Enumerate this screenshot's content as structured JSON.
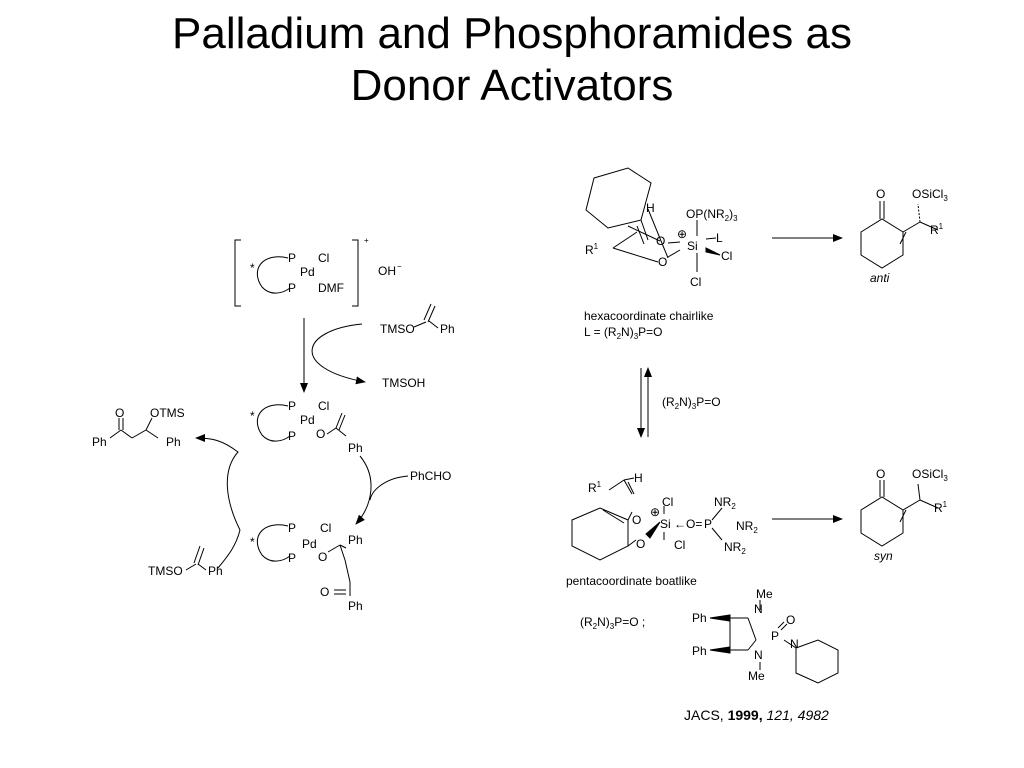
{
  "slide": {
    "title_line1": "Palladium and Phosphoramides as",
    "title_line2": "Donor Activators"
  },
  "reference": {
    "journal": "JACS, ",
    "year": "1999,",
    "volume_pages": " 121, 4982"
  },
  "left_scheme": {
    "catalyst": {
      "bracket_charge": "+",
      "counterion": "OH",
      "counterion_charge": "−",
      "star": "*",
      "P": "P",
      "Pd": "Pd",
      "Cl": "Cl",
      "DMF": "DMF"
    },
    "reagents": {
      "tmso": "TMSO",
      "ph": "Ph",
      "tmsoh": "TMSOH",
      "phcho": "PhCHO",
      "o": "O",
      "otms": "OTMS"
    }
  },
  "right_scheme": {
    "hexa": {
      "caption1": "hexacoordinate chairlike",
      "caption2": "L = (R",
      "caption2_sub": "2",
      "caption2_end": "N)",
      "caption2_sub2": "3",
      "caption2_tail": "P=O",
      "ligand": "OP(NR",
      "ligand_sub": "2",
      "ligand_end": ")",
      "ligand_sub2": "3",
      "L": "L",
      "Si": "Si",
      "Cl": "Cl",
      "H": "H",
      "O": "O",
      "R": "R",
      "R_sup": "1",
      "plus": "⊕"
    },
    "equilibrium_label": "(R",
    "eq_sub": "2",
    "eq_mid": "N)",
    "eq_sub2": "3",
    "eq_end": "P=O",
    "anti": {
      "label": "anti",
      "O": "O",
      "OSiCl": "OSiCl",
      "sub3": "3",
      "R": "R",
      "R_sup": "1"
    },
    "penta": {
      "caption": "pentacoordinate boatlike",
      "R": "R",
      "R_sup": "1",
      "H": "H",
      "O": "O",
      "Si": "Si",
      "Cl": "Cl",
      "P": "P",
      "NR": "NR",
      "NR_sub": "2",
      "arrow_o": "←O=",
      "plus": "⊕"
    },
    "syn": {
      "label": "syn",
      "O": "O",
      "OSiCl": "OSiCl",
      "sub3": "3",
      "R": "R",
      "R_sup": "1"
    },
    "ligand_def": {
      "prefix": "(R",
      "sub": "2",
      "mid": "N)",
      "sub2": "3",
      "end": "P=O ;",
      "Ph": "Ph",
      "N": "N",
      "P": "P",
      "O": "O",
      "Me": "Me"
    }
  }
}
